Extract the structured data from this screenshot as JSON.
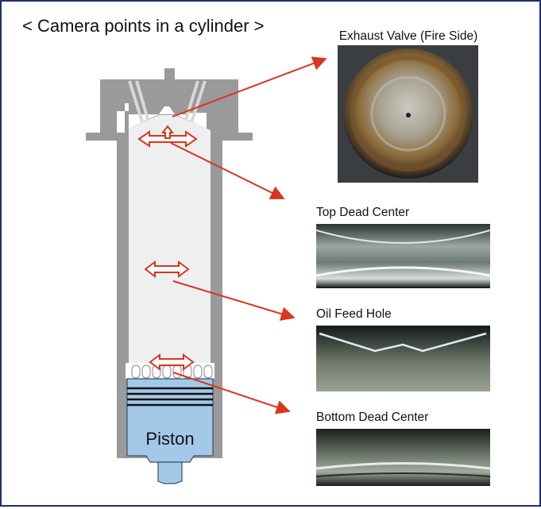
{
  "title": "< Camera points in a cylinder >",
  "piston_label": "Piston",
  "photos": {
    "exhaust_valve": "Exhaust Valve (Fire Side)",
    "top_dead_center": "Top Dead Center",
    "oil_feed_hole": "Oil Feed Hole",
    "bottom_dead_center": "Bottom Dead Center"
  },
  "colors": {
    "frame": "#1f2f6e",
    "cylinder_wall": "#9a9a9a",
    "cylinder_bore": "#eeeff1",
    "piston": "#a4c8e8",
    "arrow": "#d9351f"
  }
}
